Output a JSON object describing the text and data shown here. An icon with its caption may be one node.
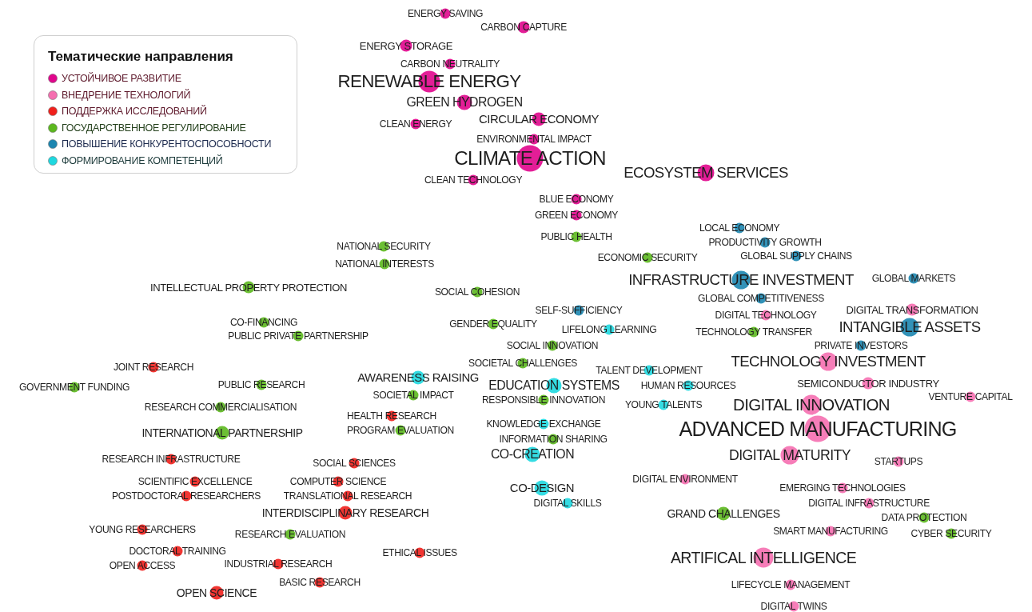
{
  "diagram": {
    "nodes": [
      {
        "text": [
          "ENERGY SAVING"
        ]
      },
      {
        "text": [
          "CARBON CAPTURE"
        ]
      },
      {
        "text": [
          "ENERGY STORAGE"
        ]
      },
      {
        "text": [
          "CARBON NEUTRALITY"
        ]
      },
      {
        "text": [
          "RENEWABLE ENERGY"
        ]
      },
      {
        "text": [
          "GREEN HYDROGEN"
        ]
      },
      {
        "text": [
          "CLEAN ENERGY"
        ]
      },
      {
        "text": [
          "CIRCULAR ECONOMY"
        ]
      },
      {
        "text": [
          "ENVIRONMENTAL IMPACT"
        ]
      },
      {
        "text": [
          "CLIMATE ACTION"
        ]
      },
      {
        "text": [
          "ECOSYSTEM SERVICES"
        ]
      },
      {
        "text": [
          "CLEAN TECHNOLOGY"
        ]
      },
      {
        "text": [
          "BLUE ECONOMY"
        ]
      },
      {
        "text": [
          "GREEN ECONOMY"
        ]
      },
      {
        "text": [
          "LOCAL ECONOMY"
        ]
      },
      {
        "text": [
          "PUBLIC HEALTH"
        ]
      },
      {
        "text": [
          "PRODUCTIVITY GROWTH"
        ]
      },
      {
        "text": [
          "NATIONAL SECURITY"
        ]
      },
      {
        "text": [
          "ECONOMIC SECURITY"
        ]
      },
      {
        "text": [
          "GLOBAL SUPPLY CHAINS"
        ]
      },
      {
        "text": [
          "NATIONAL INTERESTS"
        ]
      },
      {
        "text": [
          "INFRASTRUCTURE INVESTMENT"
        ]
      },
      {
        "text": [
          "GLOBAL MARKETS"
        ]
      },
      {
        "text": [
          "INTELLECTUAL PROPERTY PROTECTION"
        ]
      },
      {
        "text": [
          "SOCIAL COHESION"
        ]
      },
      {
        "text": [
          "GLOBAL COMPETITIVENESS"
        ]
      },
      {
        "text": [
          "SELF-SUFFICIENCY"
        ]
      },
      {
        "text": [
          "DIGITAL TECHNOLOGY"
        ]
      },
      {
        "text": [
          "DIGITAL TRANSFORMATION"
        ]
      },
      {
        "text": [
          "CO-FINANCING"
        ]
      },
      {
        "text": [
          "GENDER EQUALITY"
        ]
      },
      {
        "text": [
          "LIFELONG LEARNING"
        ]
      },
      {
        "text": [
          "INTANGIBLE ASSETS"
        ]
      },
      {
        "text": [
          "TECHNOLOGY TRANSFER"
        ]
      },
      {
        "text": [
          "PUBLIC PRIVATE PARTNERSHIP"
        ]
      },
      {
        "text": [
          "SOCIAL INNOVATION"
        ]
      },
      {
        "text": [
          "PRIVATE INVESTORS"
        ]
      },
      {
        "text": [
          "TECHNOLOGY INVESTMENT"
        ]
      },
      {
        "text": [
          "SOCIETAL CHALLENGES"
        ]
      },
      {
        "text": [
          "JOINT RESEARCH"
        ]
      },
      {
        "text": [
          "TALENT DEVELOPMENT"
        ]
      },
      {
        "text": [
          "AWARENESS RAISING"
        ]
      },
      {
        "text": [
          "SEMICONDUCTOR INDUSTRY"
        ]
      },
      {
        "text": [
          "PUBLIC RESEARCH"
        ]
      },
      {
        "text": [
          "EDUCATION SYSTEMS"
        ]
      },
      {
        "text": [
          "HUMAN RESOURCES"
        ]
      },
      {
        "text": [
          "GOVERNMENT FUNDING"
        ]
      },
      {
        "text": [
          "SOCIETAL IMPACT"
        ]
      },
      {
        "text": [
          "VENTURE CAPITAL"
        ]
      },
      {
        "text": [
          "RESPONSIBLE INNOVATION"
        ]
      },
      {
        "text": [
          "YOUNG TALENTS"
        ]
      },
      {
        "text": [
          "DIGITAL INNOVATION"
        ]
      },
      {
        "text": [
          "RESEARCH COMMERCIALISATION"
        ]
      },
      {
        "text": [
          "HEALTH RESEARCH"
        ]
      },
      {
        "text": [
          "KNOWLEDGE EXCHANGE"
        ]
      },
      {
        "text": [
          "ADVANCED MANUFACTURING"
        ]
      },
      {
        "text": [
          "PROGRAM EVALUATION"
        ]
      },
      {
        "text": [
          "INTERNATIONAL PARTNERSHIP"
        ]
      },
      {
        "text": [
          "INFORMATION SHARING"
        ]
      },
      {
        "text": [
          "CO-CREATION"
        ]
      },
      {
        "text": [
          "DIGITAL MATURITY"
        ]
      },
      {
        "text": [
          "RESEARCH INFRASTRUCTURE"
        ]
      },
      {
        "text": [
          "STARTUPS"
        ]
      },
      {
        "text": [
          "SOCIAL SCIENCES"
        ]
      },
      {
        "text": [
          "DIGITAL ENVIRONMENT"
        ]
      },
      {
        "text": [
          "SCIENTIFIC EXCELLENCE"
        ]
      },
      {
        "text": [
          "COMPUTER SCIENCE"
        ]
      },
      {
        "text": [
          "CO-DESIGN"
        ]
      },
      {
        "text": [
          "EMERGING TECHNOLOGIES"
        ]
      },
      {
        "text": [
          "POSTDOCTORAL RESEARCHERS"
        ]
      },
      {
        "text": [
          "TRANSLATIONAL RESEARCH"
        ]
      },
      {
        "text": [
          "DIGITAL SKILLS"
        ]
      },
      {
        "text": [
          "DIGITAL INFRASTRUCTURE"
        ]
      },
      {
        "text": [
          "INTERDISCIPLINARY RESEARCH"
        ]
      },
      {
        "text": [
          "GRAND CHALLENGES"
        ]
      },
      {
        "text": [
          "DATA PROTECTION"
        ]
      },
      {
        "text": [
          "YOUNG RESEARCHERS"
        ]
      },
      {
        "text": [
          "SMART MANUFACTURING"
        ]
      },
      {
        "text": [
          "CYBER SECURITY"
        ]
      },
      {
        "text": [
          "RESEARCH EVALUATION"
        ]
      },
      {
        "text": [
          "DOCTORAL TRAINING"
        ]
      },
      {
        "text": [
          "ETHICAL ISSUES"
        ]
      },
      {
        "text": [
          "ARTIFICAL INTELLIGENCE"
        ]
      },
      {
        "text": [
          "INDUSTRIAL RESEARCH"
        ]
      },
      {
        "text": [
          "OPEN ACCESS"
        ]
      },
      {
        "text": [
          "BASIC RESEARCH"
        ]
      },
      {
        "text": [
          "LIFECYCLE MANAGEMENT"
        ]
      },
      {
        "text": [
          "OPEN SCIENCE"
        ]
      },
      {
        "text": [
          "DIGITAL TWINS"
        ]
      }
    ],
    "labels": [
      "Тематические направления"
    ],
    "legend": [
      {
        "text": "УСТОЙЧИВОЕ РАЗВИТИЕ",
        "color": "#e0068c"
      },
      {
        "text": "ВНЕДРЕНИЕ ТЕХНОЛОГИЙ",
        "color": "#f56fb0"
      },
      {
        "text": "ПОДДЕРЖКА ИССЛЕДОВАНИЙ",
        "color": "#f0201c"
      },
      {
        "text": "ГОСУДАРСТВЕННОЕ РЕГУЛИРОВАНИЕ",
        "color": "#5cb81e"
      },
      {
        "text": "ПОВЫШЕНИЕ КОНКУРЕНТОСПОСОБНОСТИ",
        "color": "#1c86b0"
      },
      {
        "text": "ФОРМИРОВАНИЕ КОМПЕТЕНЦИЙ",
        "color": "#1ed8e0"
      }
    ]
  }
}
